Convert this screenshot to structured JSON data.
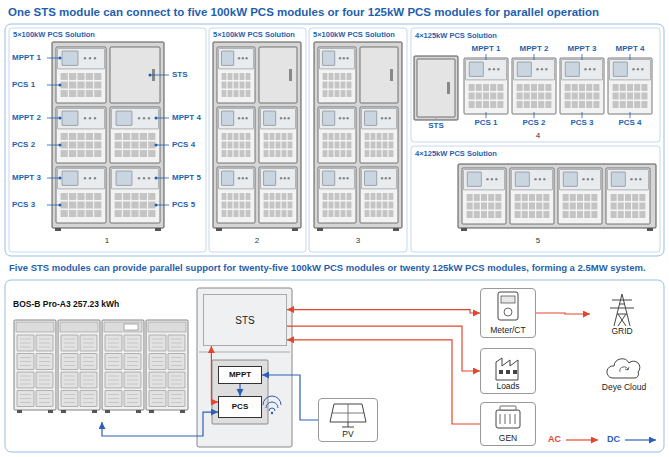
{
  "diagram": {
    "title": "One STS module can connect to five 100kW PCS modules or four 125kW PCS modules for parallel operation",
    "caption": "Five STS modules can provide parallel support for twenty-five 100kW PCS modules or twenty 125kW PCS modules, forming a 2.5MW system.",
    "nodes": [
      {
        "text": [
          "BOS-B Pro-A3 257.23 kWh"
        ]
      },
      {
        "text": [
          "STS"
        ]
      },
      {
        "text": [
          "MPPT"
        ]
      },
      {
        "text": [
          "PCS"
        ]
      },
      {
        "text": [
          "PV"
        ]
      },
      {
        "text": [
          "Meter/CT"
        ]
      },
      {
        "text": [
          "GRID"
        ]
      },
      {
        "text": [
          "Loads"
        ]
      },
      {
        "text": [
          "Deye Cloud"
        ]
      },
      {
        "text": [
          "GEN"
        ]
      }
    ],
    "edges": [
      {
        "from": 0,
        "to": 3,
        "arrow": "both"
      },
      {
        "from": 3,
        "to": 1,
        "arrow": "both"
      },
      {
        "from": 4,
        "to": 2,
        "arrow": "to"
      },
      {
        "from": 2,
        "to": 3,
        "arrow": "to"
      },
      {
        "from": 1,
        "to": 5,
        "arrow": "both"
      },
      {
        "from": 5,
        "to": 6,
        "arrow": "to"
      },
      {
        "from": 1,
        "to": 7,
        "arrow": "to"
      },
      {
        "from": 9,
        "to": 1,
        "arrow": "to"
      }
    ],
    "labels": [
      "5×100kW PCS Solution",
      "5×100kW PCS Solution",
      "5×100kW PCS Solution",
      "4×125kW PCS Solution",
      "4×125kW PCS Solution",
      "MPPT 1",
      "PCS 1",
      "MPPT 2",
      "PCS 2",
      "MPPT 3",
      "PCS 3",
      "STS",
      "MPPT 4",
      "PCS 4",
      "MPPT 5",
      "PCS 5",
      "1",
      "2",
      "3",
      "MPPT 1",
      "MPPT 2",
      "MPPT 3",
      "MPPT 4",
      "STS",
      "PCS 1",
      "PCS 2",
      "PCS 3",
      "PCS 4",
      "4",
      "5"
    ],
    "legend": [
      {
        "text": "AC"
      },
      {
        "text": "DC"
      }
    ]
  }
}
